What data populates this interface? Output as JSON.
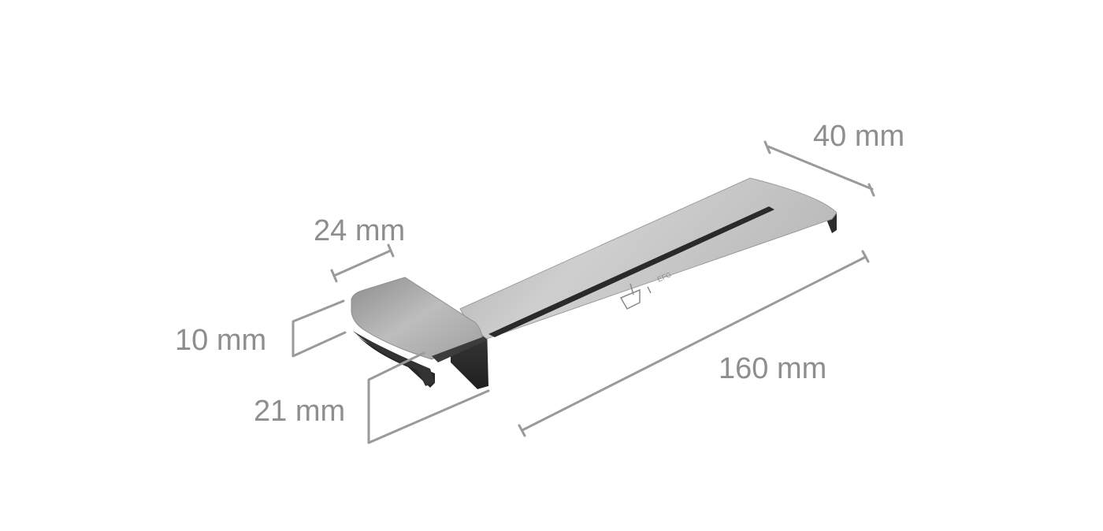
{
  "diagram": {
    "dimensions": {
      "width": "40 mm",
      "length": "160 mm",
      "tab_length": "24 mm",
      "tab_height": "10 mm",
      "depth": "21 mm"
    },
    "colors": {
      "dimension_line": "#9a9a9a",
      "dimension_text": "#8e8e8e",
      "metal_top": "#c4c4c4",
      "metal_shadow": "#2f2f2f"
    }
  }
}
